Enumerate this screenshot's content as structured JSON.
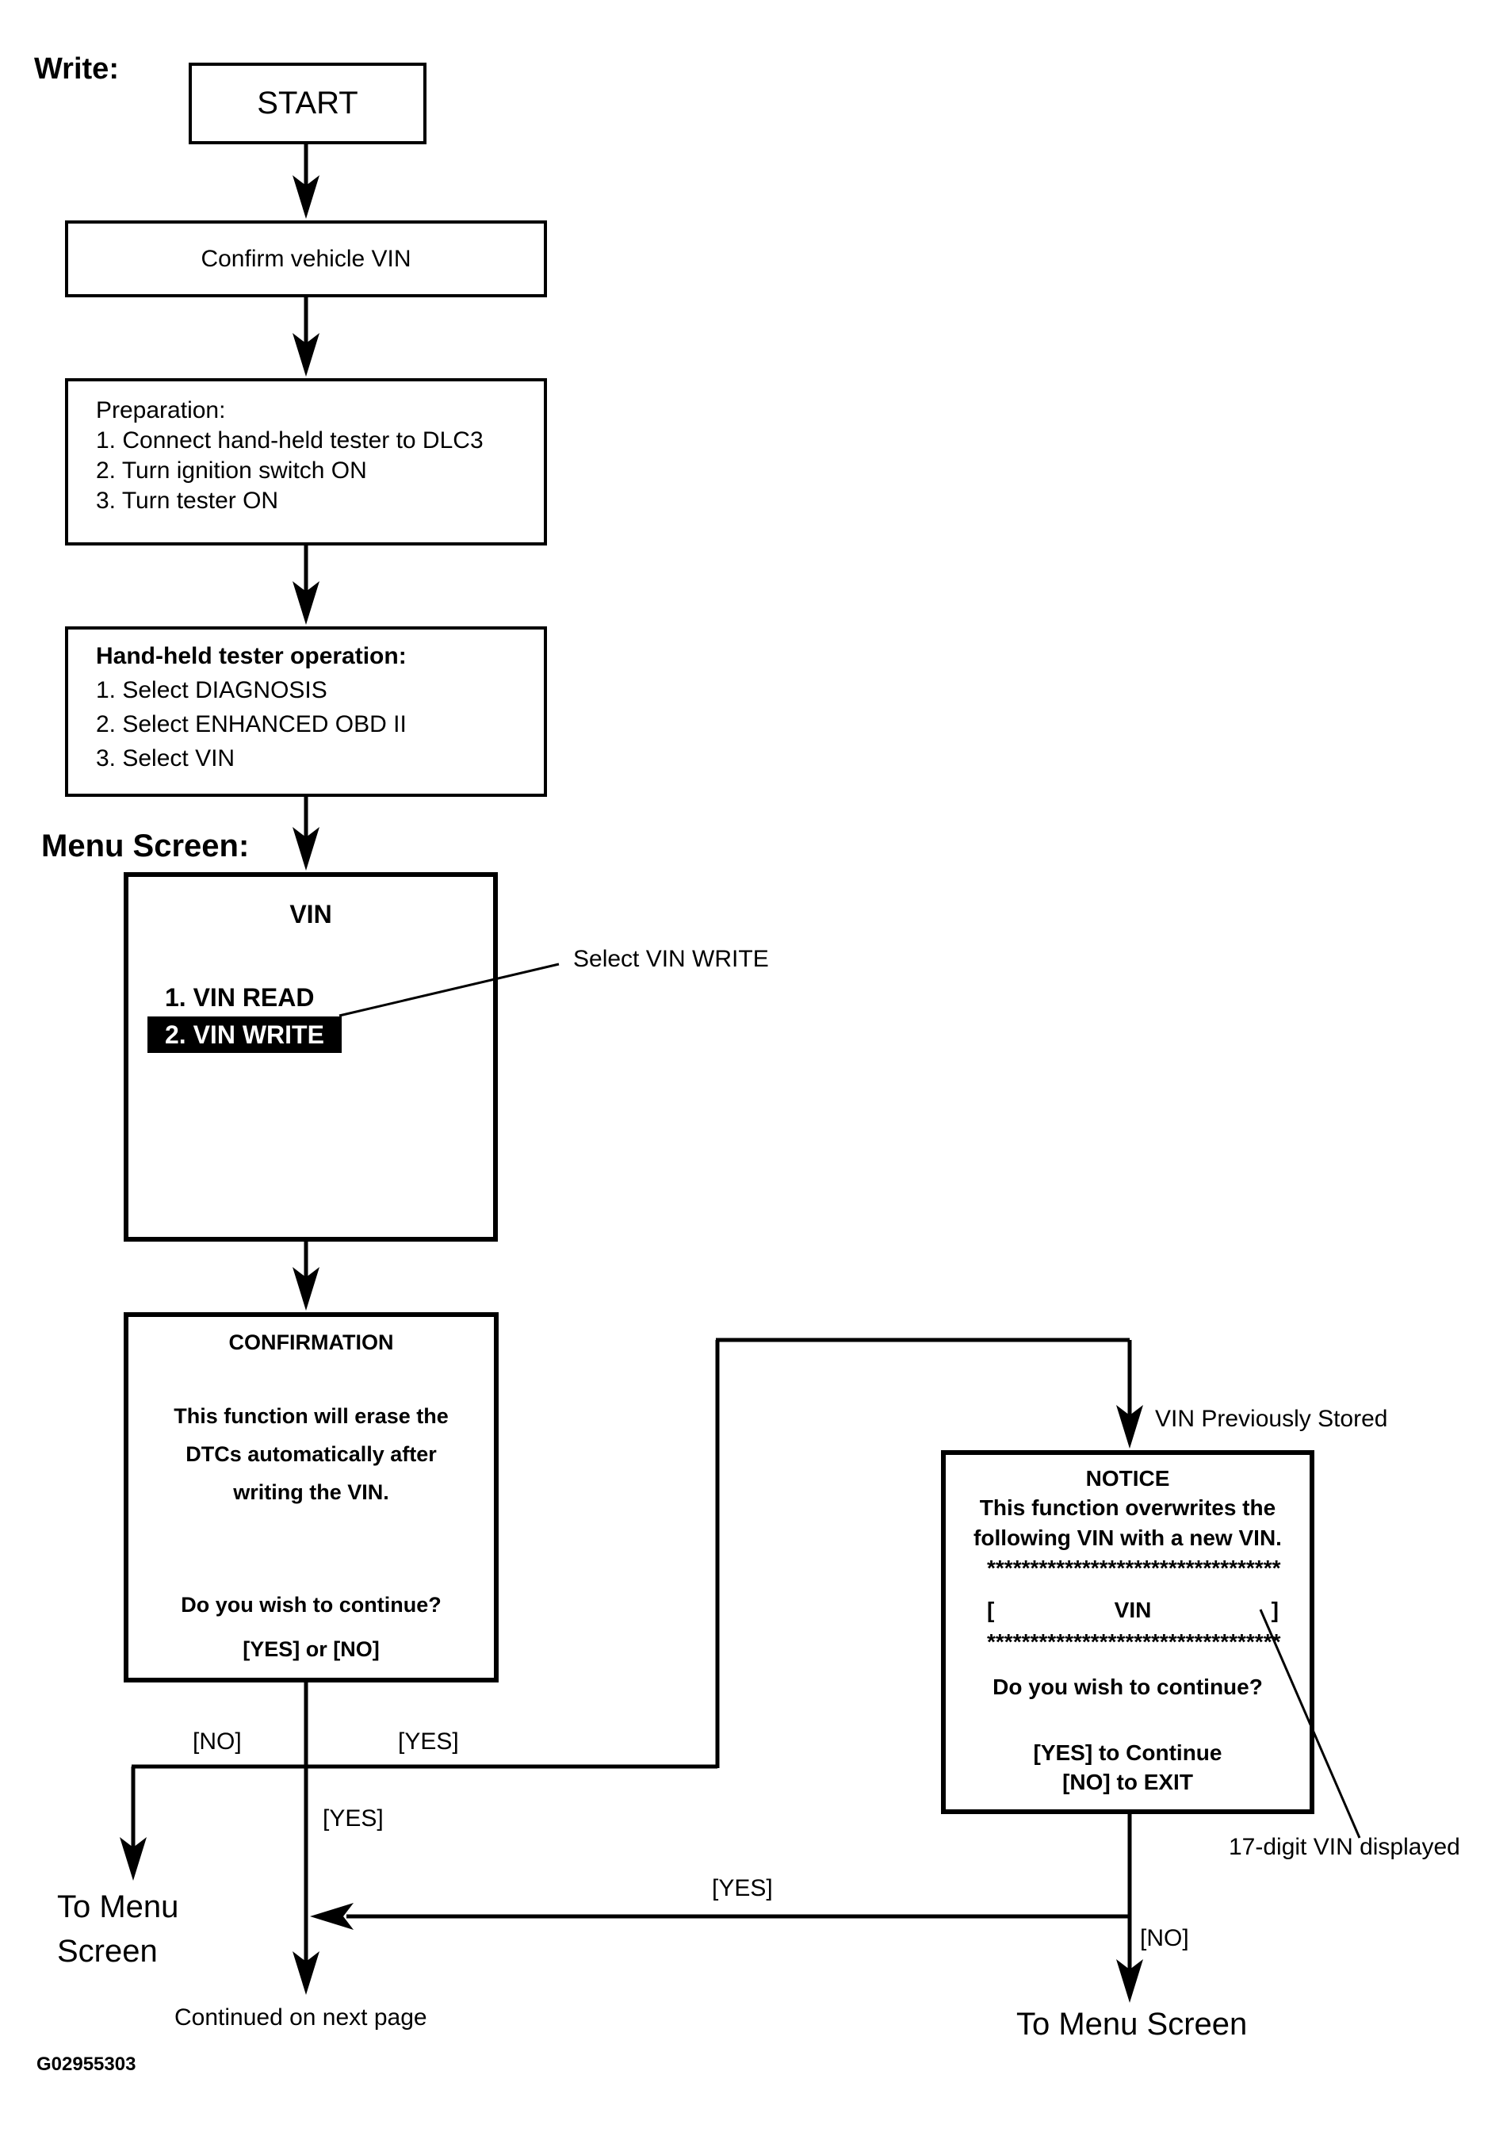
{
  "page": {
    "write_label": "Write:",
    "menu_screen_label": "Menu Screen:",
    "figure_code": "G02955303"
  },
  "flow": {
    "start": "START",
    "confirm_vin": "Confirm vehicle VIN",
    "preparation": {
      "title": "Preparation:",
      "steps": [
        "1. Connect hand-held tester to DLC3",
        "2. Turn ignition switch ON",
        "3. Turn tester ON"
      ]
    },
    "tester_operation": {
      "title": "Hand-held tester operation:",
      "steps": [
        "1. Select DIAGNOSIS",
        "2. Select ENHANCED OBD II",
        "3. Select VIN"
      ]
    }
  },
  "vin_menu_screen": {
    "title": "VIN",
    "item_read": "1. VIN READ",
    "item_write": "2. VIN WRITE",
    "callout": "Select VIN WRITE"
  },
  "confirmation_screen": {
    "title": "CONFIRMATION",
    "body_lines": [
      "This function will erase the",
      "DTCs automatically after",
      "writing the VIN."
    ],
    "question": "Do you wish to continue?",
    "options": "[YES] or [NO]"
  },
  "notice_screen": {
    "stored_label": "VIN Previously Stored",
    "title": "NOTICE",
    "body_lines": [
      "This function overwrites the",
      "following VIN with a new VIN."
    ],
    "asterisk_row": "**********************************",
    "vin_open_bracket": "[",
    "vin_label": "VIN",
    "vin_close_bracket": "]",
    "question": "Do you wish to continue?",
    "yes_option": "[YES] to Continue",
    "no_option": "[NO] to EXIT",
    "vin_callout": "17-digit VIN displayed"
  },
  "branch_labels": {
    "confirmation_no": "[NO]",
    "confirmation_yes_right": "[YES]",
    "confirmation_yes_down": "[YES]",
    "notice_yes": "[YES]",
    "notice_no": "[NO]",
    "to_menu_left_line1": "To Menu",
    "to_menu_left_line2": "Screen",
    "to_menu_right": "To Menu Screen",
    "continued": "Continued on next page"
  }
}
